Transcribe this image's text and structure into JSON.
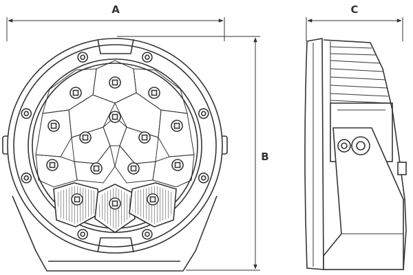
{
  "dimensions": {
    "a_label": "A",
    "b_label": "B",
    "c_label": "C"
  },
  "colors": {
    "line": "#333333",
    "background": "#ffffff"
  }
}
